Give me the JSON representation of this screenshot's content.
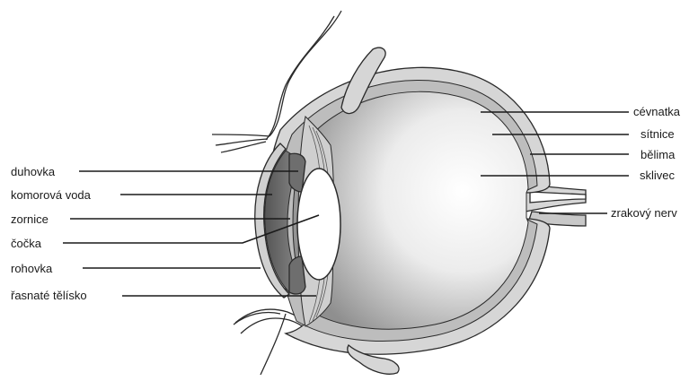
{
  "labels": {
    "left": {
      "duhovka": "duhovka",
      "komorova_voda": "komorová voda",
      "zornice": "zornice",
      "cocka": "čočka",
      "rohovka": "rohovka",
      "rasnate_telisko": "řasnaté tělísko"
    },
    "right": {
      "cevnatka": "cévnatka",
      "sitnice": "sítnice",
      "belima": "bělima",
      "sklivec": "sklivec",
      "zrakovy_nerv": "zrakový nerv"
    }
  },
  "colors": {
    "outline": "#2a2a2a",
    "sclera_fill": "#d6d6d6",
    "vitreous_light": "#ffffff",
    "vitreous_dark": "#9a9a9a",
    "iris_fill": "#6e6e6e",
    "lens_fill": "#ffffff",
    "label_text": "#1a1a1a"
  }
}
